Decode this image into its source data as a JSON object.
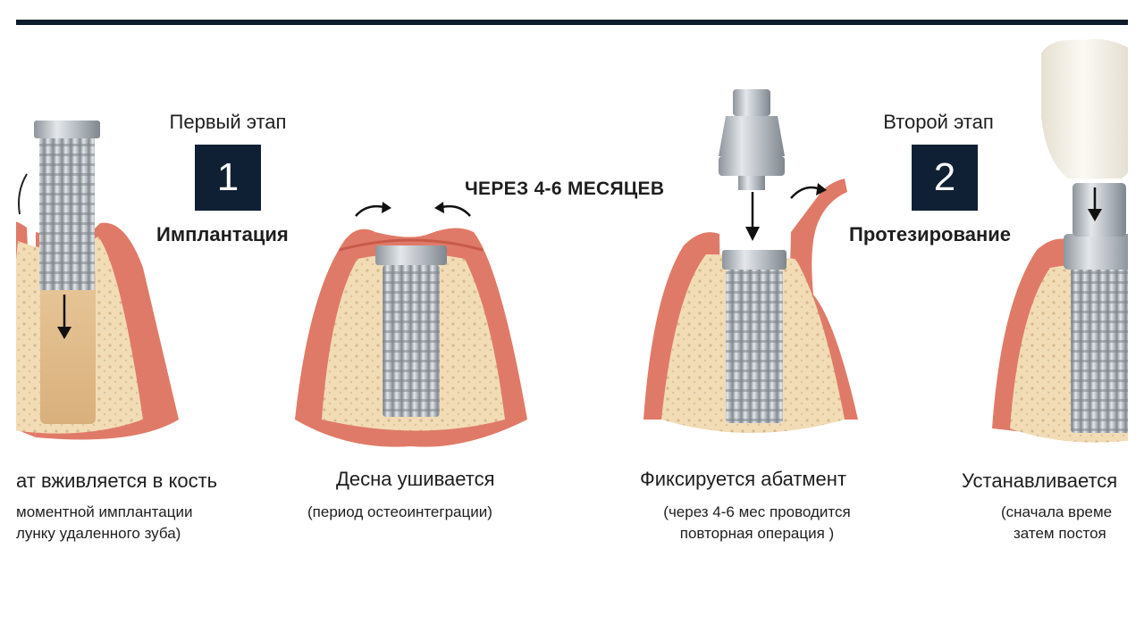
{
  "stage1": {
    "title": "Первый этап",
    "number": "1",
    "name": "Имплантация"
  },
  "stage2": {
    "title": "Второй этап",
    "number": "2",
    "name": "Протезирование"
  },
  "interval": "ЧЕРЕЗ 4-6 МЕСЯЦЕВ",
  "steps": [
    {
      "caption": "ат вживляется в кость",
      "note_line1": "моментной имплантации",
      "note_line2": "лунку удаленного зуба)"
    },
    {
      "caption": "Десна ушивается",
      "note_line1": "(период остеоинтеграции)"
    },
    {
      "caption": "Фиксируется абатмент",
      "note_line1": "(через 4-6 мес проводится",
      "note_line2": "повторная операция )"
    },
    {
      "caption": "Устанавливается",
      "note_line1": "(сначала време",
      "note_line2": "затем постоя"
    }
  ],
  "colors": {
    "frame_bar": "#0d1b2a",
    "badge": "#0f2035",
    "gum": "#e07a68",
    "gum_dark": "#c85a4a",
    "bone": "#f2dcb6",
    "bone_dots": "#d6b98d",
    "metal": "#b9bec4",
    "crown": "#f5f2ea"
  },
  "icons": [
    "down-arrow-icon",
    "curved-arrow-icon"
  ]
}
